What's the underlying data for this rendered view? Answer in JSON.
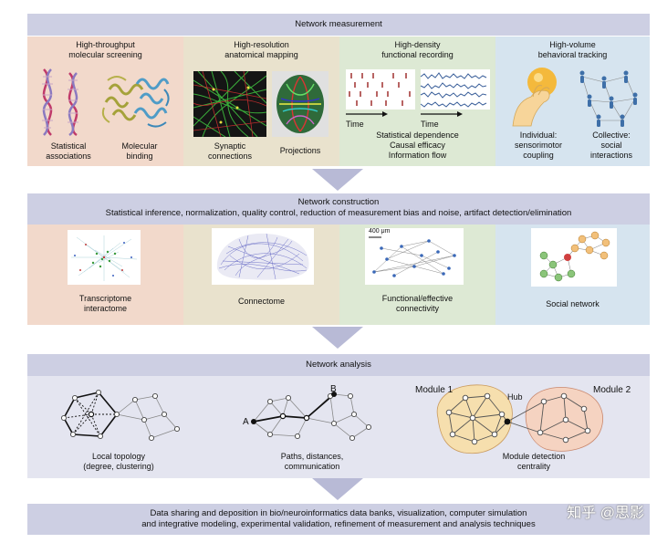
{
  "measurement": {
    "title": "Network measurement",
    "columns": [
      {
        "title": "High-throughput\nmolecular screening",
        "labels": [
          "Statistical\nassociations",
          "Molecular\nbinding"
        ]
      },
      {
        "title": "High-resolution\nanatomical mapping",
        "labels": [
          "Synaptic\nconnections",
          "Projections"
        ]
      },
      {
        "title": "High-density\nfunctional recording",
        "labels": [
          "Time",
          "Time"
        ],
        "caption": "Statistical dependence\nCausal efficacy\nInformation flow"
      },
      {
        "title": "High-volume\nbehavioral tracking",
        "labels": [
          "Individual:\nsensorimotor\ncoupling",
          "Collective:\nsocial\ninteractions"
        ]
      }
    ]
  },
  "construction": {
    "title": "Network construction",
    "subtitle": "Statistical inference, normalization, quality control, reduction of measurement bias and noise, artifact detection/elimination",
    "columns": [
      {
        "label": "Transcriptome\ninteractome"
      },
      {
        "label": "Connectome"
      },
      {
        "label": "Functional/effective\nconnectivity",
        "scale": "400 μm"
      },
      {
        "label": "Social network"
      }
    ]
  },
  "analysis": {
    "title": "Network analysis",
    "items": [
      {
        "label": "Local topology\n(degree, clustering)"
      },
      {
        "label": "Paths, distances,\ncommunication",
        "node_a": "A",
        "node_b": "B"
      },
      {
        "label": "Module detection\ncentrality",
        "module1": "Module 1",
        "module2": "Module 2",
        "hub": "Hub"
      }
    ]
  },
  "final": {
    "text": "Data sharing and deposition in bio/neuroinformatics data banks, visualization, computer simulation\nand integrative modeling, experimental validation, refinement of measurement and analysis techniques"
  },
  "watermark": "知乎 @思影",
  "colors": {
    "band": "#cdcfe3",
    "col1": "#f2d9cb",
    "col2": "#e9e2cd",
    "col3": "#dde9d4",
    "col4": "#d6e4ef",
    "analysis_bg": "#e4e5f0",
    "module1": "#f6dfae",
    "module2": "#f5d3c1",
    "arrow": "#b8bad6"
  }
}
